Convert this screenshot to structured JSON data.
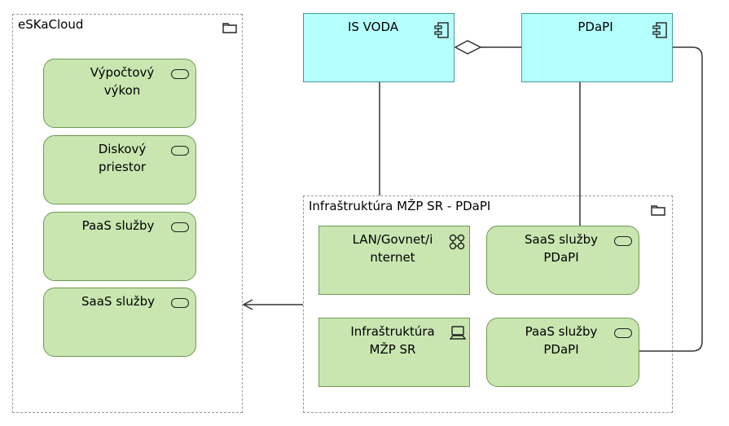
{
  "groups": {
    "eskacloud": {
      "title": "eSKaCloud"
    },
    "infra": {
      "title": "Infraštruktúra MŽP SR - PDaPI"
    }
  },
  "nodes": {
    "vypoctovy": {
      "line1": "Výpočtový",
      "line2": "výkon"
    },
    "diskovy": {
      "line1": "Diskový",
      "line2": "priestor"
    },
    "paas": {
      "line1": "PaaS služby"
    },
    "saas": {
      "line1": "SaaS služby"
    },
    "is_voda": {
      "line1": "IS VODA"
    },
    "pdapi": {
      "line1": "PDaPI"
    },
    "lan": {
      "line1": "LAN/Govnet/i",
      "line2": "nternet"
    },
    "infra_mzp": {
      "line1": "Infraštruktúra",
      "line2": "MŽP SR"
    },
    "saas_pdapi": {
      "line1": "SaaS služby",
      "line2": "PDaPI"
    },
    "paas_pdapi": {
      "line1": "PaaS služby",
      "line2": "PDaPI"
    }
  },
  "colors": {
    "service_fill": "#c9e6b1",
    "app_fill": "#b5ffff",
    "group_border": "#9a9a9a"
  },
  "icons": {
    "service": "service-pill-icon",
    "component": "component-icon",
    "network": "network-icon",
    "device": "device-icon",
    "folder": "folder-icon"
  }
}
